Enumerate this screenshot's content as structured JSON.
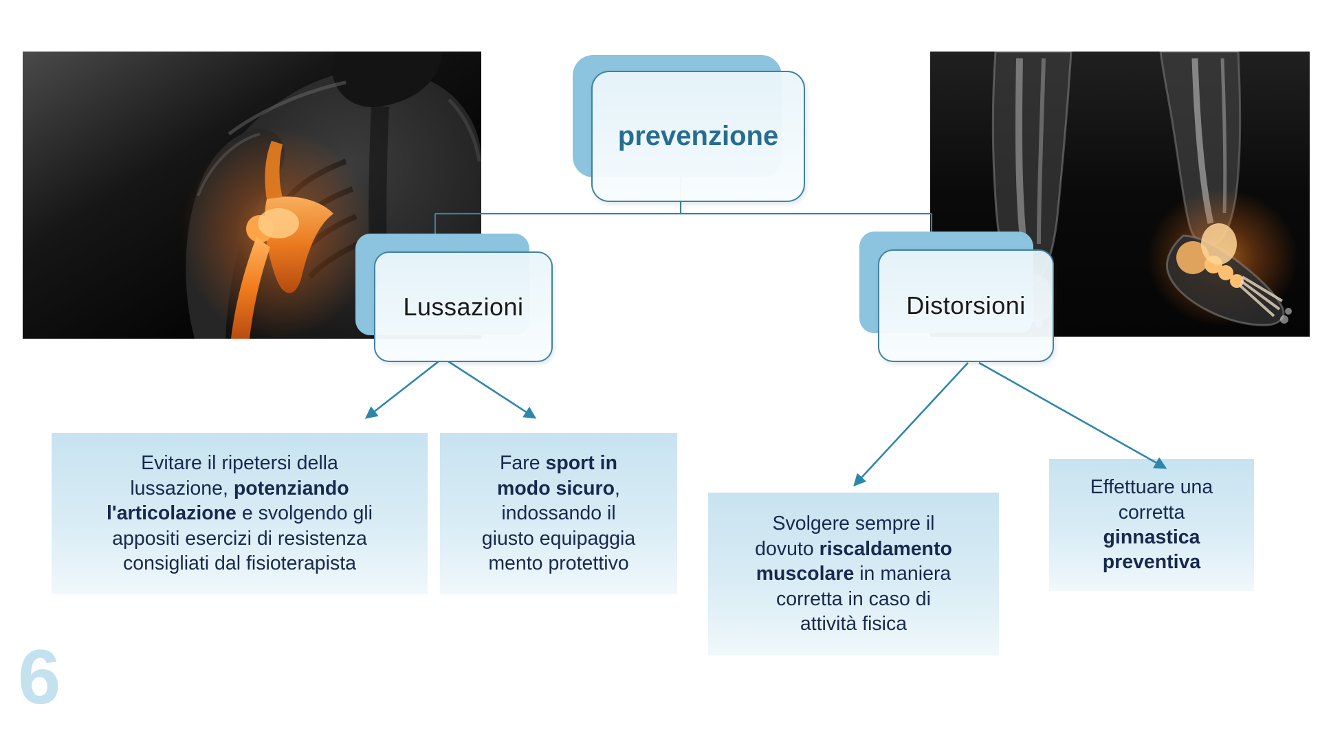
{
  "page_number": "6",
  "colors": {
    "shadow-blue": "#8cc3de",
    "border-blue": "#41829f",
    "line-blue": "#3b7fa3",
    "arrow-blue": "#2e86ab",
    "leaf-top": "#c7e3f0",
    "leaf-bottom": "#f0f8fb",
    "text-navy": "#17294e",
    "root-text": "#266d92",
    "node-text": "#1a1a1a",
    "page-number": "#c3e1ee"
  },
  "diagram": {
    "root": {
      "label": "prevenzione"
    },
    "branches": [
      {
        "label": "Lussazioni"
      },
      {
        "label": "Distorsioni"
      }
    ],
    "leaves": [
      {
        "segments": [
          {
            "text": "Evitare il ripetersi della\nlussazione, ",
            "bold": false
          },
          {
            "text": "potenziando\nl'articolazione",
            "bold": true
          },
          {
            "text": " e svolgendo gli\nappositi esercizi di resistenza\nconsigliati dal fisioterapista",
            "bold": false
          }
        ]
      },
      {
        "segments": [
          {
            "text": "Fare ",
            "bold": false
          },
          {
            "text": "sport in\nmodo sicuro",
            "bold": true
          },
          {
            "text": ",\nindossando il\ngiusto equipaggia\nmento protettivo",
            "bold": false
          }
        ]
      },
      {
        "segments": [
          {
            "text": "Svolgere sempre il\ndovuto ",
            "bold": false
          },
          {
            "text": "riscaldamento\nmuscolare",
            "bold": true
          },
          {
            "text": " in maniera\ncorretta in caso di\nattività fisica",
            "bold": false
          }
        ]
      },
      {
        "segments": [
          {
            "text": "Effettuare una\ncorretta\n",
            "bold": false
          },
          {
            "text": "ginnastica\npreventiva",
            "bold": true
          }
        ]
      }
    ]
  },
  "images": [
    {
      "name": "shoulder-dislocation-xray"
    },
    {
      "name": "ankle-sprain-xray"
    }
  ]
}
